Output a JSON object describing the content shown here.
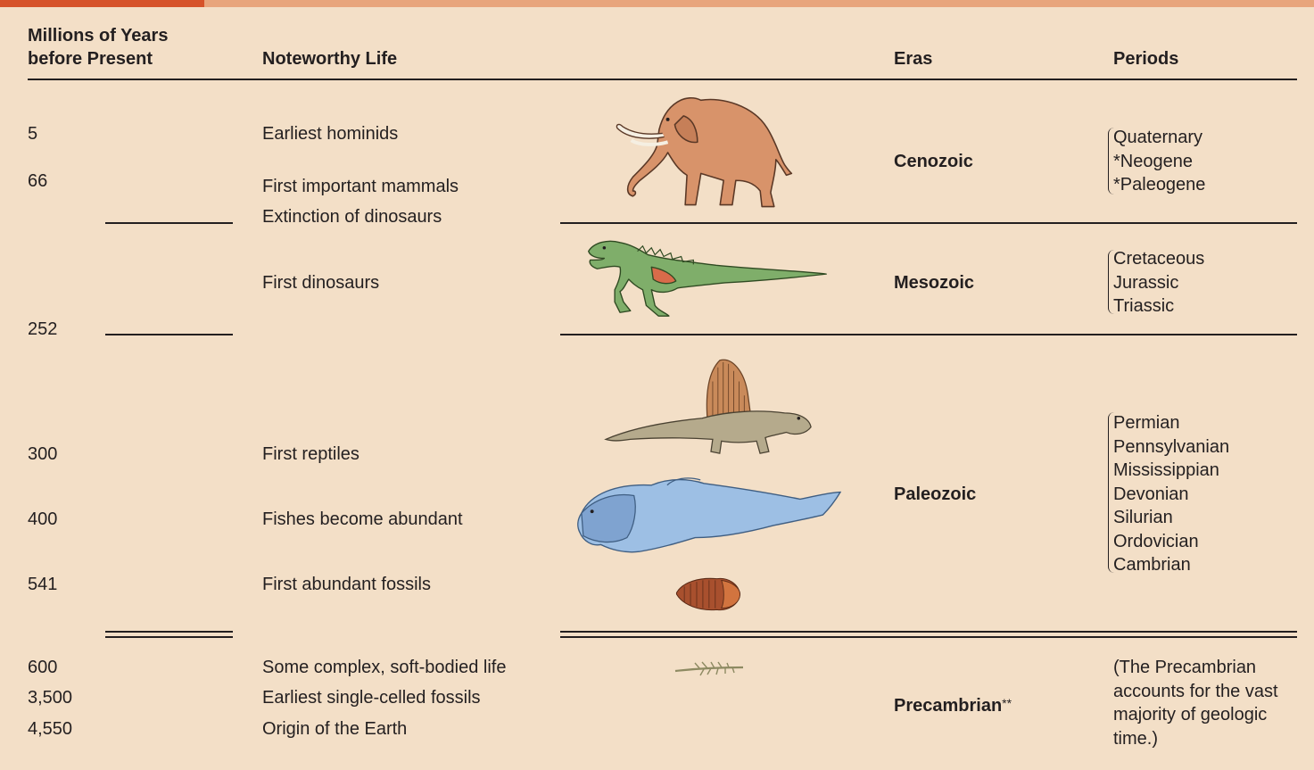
{
  "header": {
    "col_years_line1": "Millions of Years",
    "col_years_line2": "before Present",
    "col_life": "Noteworthy Life",
    "col_eras": "Eras",
    "col_periods": "Periods"
  },
  "rows": {
    "cenozoic": {
      "years": [
        "5",
        "66"
      ],
      "life": [
        "Earliest hominids",
        "First important mammals",
        "Extinction of dinosaurs"
      ],
      "era": "Cenozoic",
      "periods": [
        "Quaternary",
        "*Neogene",
        "*Paleogene"
      ],
      "illustration_icon": "mammoth-icon"
    },
    "mesozoic": {
      "years": [
        "252"
      ],
      "life": [
        "First dinosaurs"
      ],
      "era": "Mesozoic",
      "periods": [
        "Cretaceous",
        "Jurassic",
        "Triassic"
      ],
      "illustration_icon": "dinosaur-icon"
    },
    "paleozoic": {
      "years": [
        "300",
        "400",
        "541"
      ],
      "life": [
        "First reptiles",
        "Fishes become abundant",
        "First abundant fossils"
      ],
      "era": "Paleozoic",
      "periods": [
        "Permian",
        "Pennsylvanian",
        "Mississippian",
        "Devonian",
        "Silurian",
        "Ordovician",
        "Cambrian"
      ],
      "illustration_icons": [
        "dimetrodon-icon",
        "dunkleosteus-icon",
        "trilobite-icon"
      ]
    },
    "precambrian": {
      "years": [
        "600",
        "3,500",
        "4,550"
      ],
      "life": [
        "Some complex, soft-bodied life",
        "Earliest single-celled fossils",
        "Origin of the Earth"
      ],
      "era": "Precambrian",
      "era_mark": "**",
      "note": "(The Precambrian accounts for the vast majority of geologic time.)",
      "illustration_icon": "frond-fossil-icon"
    }
  },
  "colors": {
    "background": "#f3dfc7",
    "accent_bar": "#d6532a",
    "top_bar": "#e8a57c",
    "text": "#231f20"
  }
}
